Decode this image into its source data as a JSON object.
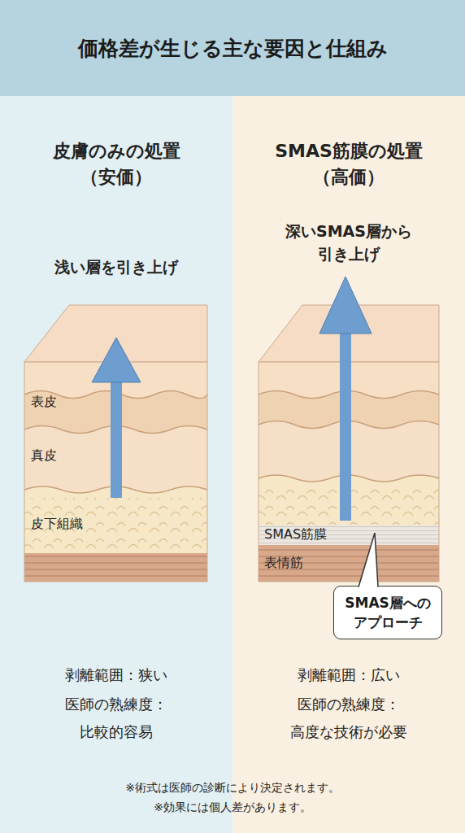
{
  "diagram": {
    "title": "価格差が生じる主な要因と仕組み",
    "nodes": [
      {
        "text": [
          "皮膚のみの処置 （安価）",
          "浅い層を引き上げ",
          "剥離範囲：狭い",
          "医師の熟練度： 比較的容易"
        ]
      },
      {
        "text": [
          "SMAS筋膜の処置 （高価）",
          "深いSMAS層から 引き上げ",
          "剥離範囲：広い",
          "医師の熟練度： 高度な技術が必要"
        ]
      },
      {
        "text": [
          "SMAS層への アプローチ"
        ],
        "in": 1
      }
    ],
    "labels": [
      "表皮",
      "真皮",
      "皮下組織",
      "SMAS筋膜",
      "表情筋",
      "※術式は医師の診断により決定されます。",
      "※効果には個人差があります。"
    ]
  }
}
